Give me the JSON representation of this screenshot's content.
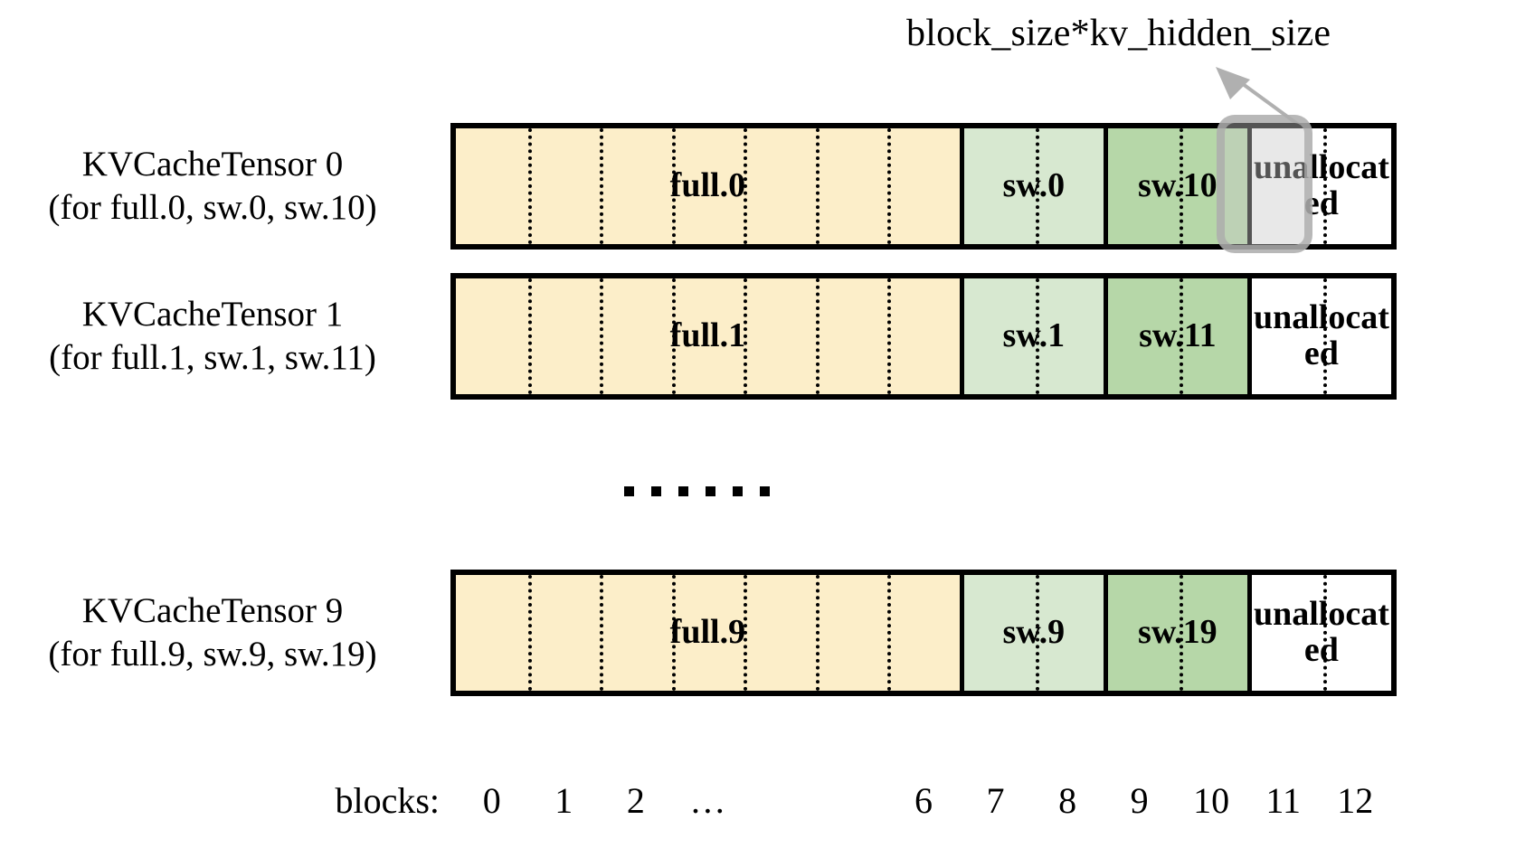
{
  "callout": {
    "label": "block_size*kv_hidden_size",
    "arrow_icon": "arrow-up-left-icon",
    "target_block_index": 11,
    "target_row_index": 0
  },
  "colors": {
    "full": "#fceec9",
    "sw_light": "#d7e8d0",
    "sw_dark": "#b6d7a8",
    "unallocated": "#ffffff",
    "border": "#000000",
    "highlight": "#aaaaaa",
    "arrow": "#b0b0b0"
  },
  "rows": [
    {
      "title": "KVCacheTensor 0",
      "subtitle": "(for full.0, sw.0, sw.10)",
      "segments": [
        {
          "label": "full.0",
          "kind": "full",
          "blocks": 7
        },
        {
          "label": "sw.0",
          "kind": "sw_light",
          "blocks": 2
        },
        {
          "label": "sw.10",
          "kind": "sw_dark",
          "blocks": 2
        },
        {
          "label": "unallocated",
          "kind": "unallocated",
          "blocks": 2
        }
      ]
    },
    {
      "title": "KVCacheTensor 1",
      "subtitle": "(for full.1, sw.1, sw.11)",
      "segments": [
        {
          "label": "full.1",
          "kind": "full",
          "blocks": 7
        },
        {
          "label": "sw.1",
          "kind": "sw_light",
          "blocks": 2
        },
        {
          "label": "sw.11",
          "kind": "sw_dark",
          "blocks": 2
        },
        {
          "label": "unallocated",
          "kind": "unallocated",
          "blocks": 2
        }
      ]
    },
    {
      "title": "KVCacheTensor 9",
      "subtitle": "(for full.9, sw.9, sw.19)",
      "segments": [
        {
          "label": "full.9",
          "kind": "full",
          "blocks": 7
        },
        {
          "label": "sw.9",
          "kind": "sw_light",
          "blocks": 2
        },
        {
          "label": "sw.19",
          "kind": "sw_dark",
          "blocks": 2
        },
        {
          "label": "unallocated",
          "kind": "unallocated",
          "blocks": 2
        }
      ]
    }
  ],
  "ellipsis": {
    "dot_count": 6,
    "meaning": "rows 2 through 8 omitted"
  },
  "axis": {
    "title": "blocks:",
    "ticks": [
      "0",
      "1",
      "2",
      "…",
      "6",
      "7",
      "8",
      "9",
      "10",
      "11",
      "12"
    ],
    "tick_block_indices": [
      0,
      1,
      2,
      3,
      6,
      7,
      8,
      9,
      10,
      11,
      12
    ],
    "total_blocks": 13
  }
}
